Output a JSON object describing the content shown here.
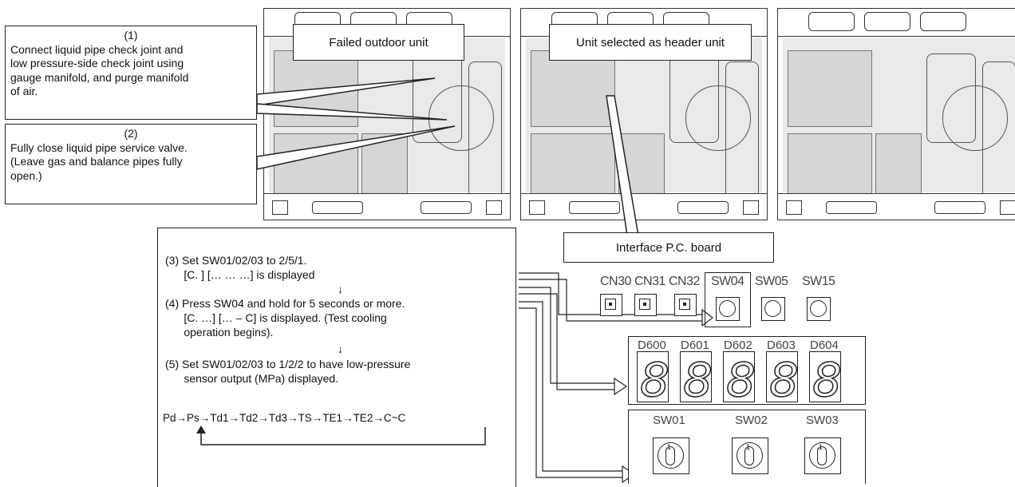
{
  "callouts": {
    "c1": {
      "number": "(1)",
      "lines": [
        "Connect liquid pipe check joint and",
        "low pressure-side check joint using",
        "gauge manifold, and purge manifold",
        "of air."
      ]
    },
    "c2": {
      "number": "(2)",
      "lines": [
        "Fully close liquid pipe service valve.",
        "(Leave gas and balance pipes fully",
        "open.)"
      ]
    }
  },
  "unit_labels": {
    "failed": "Failed outdoor unit",
    "header": "Unit selected as header unit",
    "interface": "Interface P.C. board"
  },
  "steps": [
    "(3) Set SW01/02/03 to 2/5/1.",
    "      [C. ] [… … …] is displayed",
    "(4) Press SW04 and hold for 5 seconds or more.",
    "      [C. …] [… – C] is displayed. (Test cooling",
    "      operation begins).",
    "(5) Set SW01/02/03 to 1/2/2 to have low-pressure",
    "      sensor output (MPa) displayed."
  ],
  "arrow_glyph": "↓",
  "sequence": "Pd→Ps→Td1→Td2→Td3→TS→TE1→TE2→C~C",
  "panel": {
    "connectors": [
      "CN30",
      "CN31",
      "CN32"
    ],
    "buttons": [
      "SW04",
      "SW05",
      "SW15"
    ],
    "displays": [
      "D600",
      "D601",
      "D602",
      "D603",
      "D604"
    ],
    "rotary": [
      "SW01",
      "SW02",
      "SW03"
    ],
    "digit_glyph": "8",
    "rotary_mark": "1"
  }
}
